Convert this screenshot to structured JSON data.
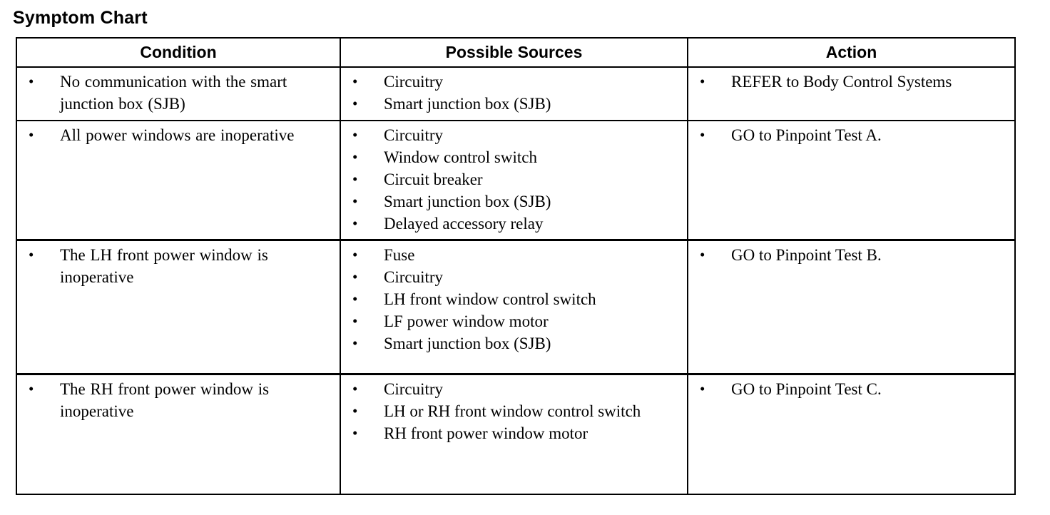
{
  "document": {
    "title": "Symptom Chart",
    "bullet_glyph": "•",
    "colors": {
      "background": "#ffffff",
      "text": "#000000",
      "border": "#000000"
    }
  },
  "table": {
    "headers": [
      {
        "label": "Condition"
      },
      {
        "label": "Possible Sources"
      },
      {
        "label": "Action"
      }
    ],
    "rows": [
      {
        "condition": [
          "No communication with the smart junction box (SJB)"
        ],
        "possible_sources": [
          "Circuitry",
          "Smart junction box (SJB)"
        ],
        "action": [
          "REFER to Body Control Systems"
        ]
      },
      {
        "condition": [
          "All power windows are inoperative"
        ],
        "possible_sources": [
          "Circuitry",
          "Window control switch",
          "Circuit breaker",
          "Smart junction box (SJB)",
          "Delayed accessory relay"
        ],
        "action": [
          "GO to Pinpoint Test A."
        ]
      },
      {
        "condition": [
          "The LH front power window is inoperative"
        ],
        "possible_sources": [
          "Fuse",
          "Circuitry",
          "LH front window control switch",
          "LF power window motor",
          "Smart junction box (SJB)"
        ],
        "action": [
          "GO to Pinpoint Test B."
        ]
      },
      {
        "condition": [
          "The RH front power window is inoperative"
        ],
        "possible_sources": [
          "Circuitry",
          "LH or RH front window control switch",
          "RH front power window motor"
        ],
        "action": [
          "GO to Pinpoint Test C."
        ]
      }
    ]
  }
}
